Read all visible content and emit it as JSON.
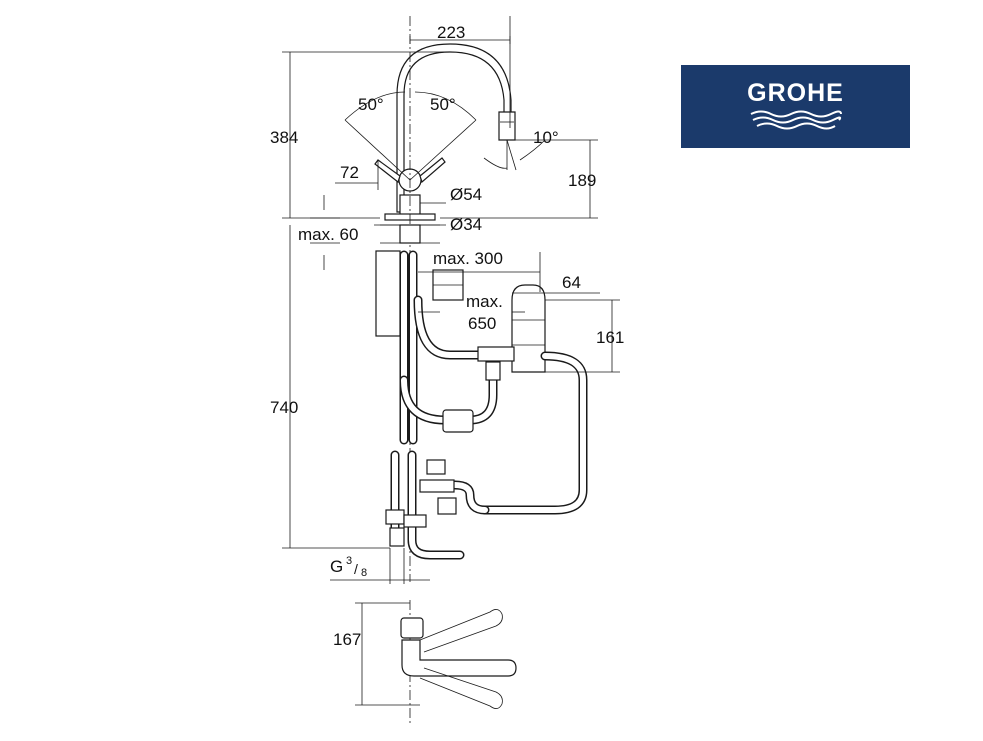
{
  "brand": {
    "logo_text": "GROHE",
    "logo_bg": "#1b3a6b",
    "logo_fg": "#ffffff"
  },
  "dimensions": {
    "spout_reach": "223",
    "total_height": "384",
    "lever_angle_left": "50°",
    "lever_angle_right": "50°",
    "spray_angle": "10°",
    "lever_offset": "72",
    "spout_outlet_height": "189",
    "base_diameter": "Ø54",
    "hole_diameter": "Ø34",
    "max_deck_thickness": "max. 60",
    "max_hose_300": "max. 300",
    "box_width": "64",
    "max_650_line1": "max.",
    "max_650_line2": "650",
    "box_height": "161",
    "installation_depth": "740",
    "connection_main": "G",
    "connection_sup": "3",
    "connection_sub": "8",
    "top_view_depth": "167"
  }
}
